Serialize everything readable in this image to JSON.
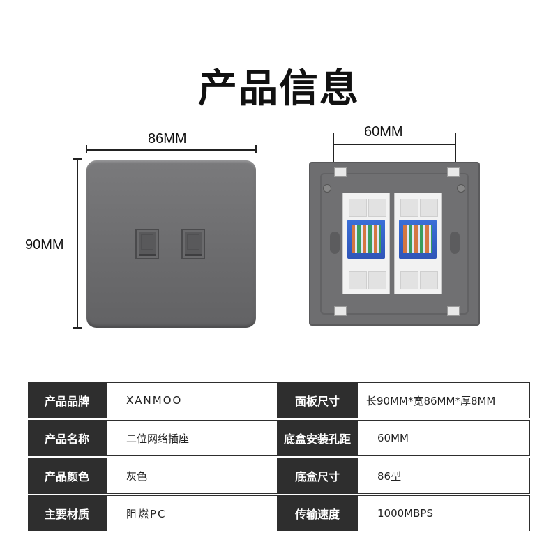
{
  "title": "产品信息",
  "dimensions": {
    "front_width": "86MM",
    "front_height": "90MM",
    "hole_distance": "60MM"
  },
  "specs": [
    {
      "label": "产品品牌",
      "value": "XANMOO",
      "label2": "面板尺寸",
      "value2": "长90MM*宽86MM*厚8MM"
    },
    {
      "label": "产品名称",
      "value": "二位网络插座",
      "label2": "底盒安装孔距",
      "value2": "60MM"
    },
    {
      "label": "产品颜色",
      "value": "灰色",
      "label2": "底盒尺寸",
      "value2": "86型"
    },
    {
      "label": "主要材质",
      "value": "阻燃PC",
      "label2": "传输速度",
      "value2": "1000MBPS"
    }
  ],
  "colors": {
    "panel_gray": "#6e6e70",
    "header_dark": "#2e2e2e",
    "module_blue": "#2f55b8"
  }
}
